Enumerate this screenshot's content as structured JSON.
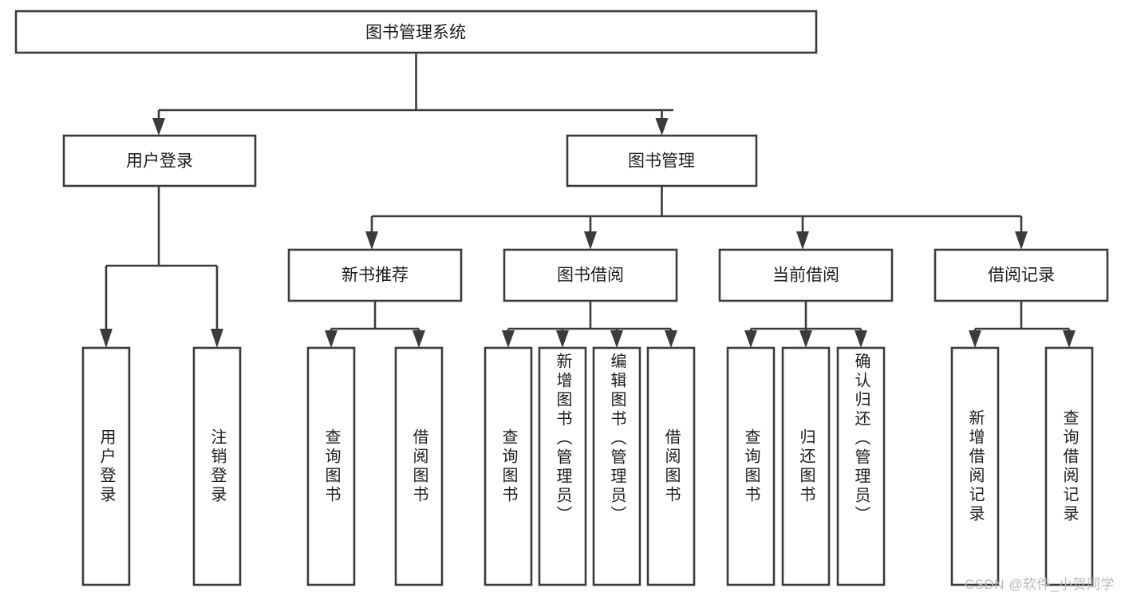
{
  "diagram": {
    "type": "hierarchy-tree",
    "title_node": "图书管理系统",
    "watermark": "CSDN @软件_小贺同学",
    "colors": {
      "box_stroke": "#3b3b3b",
      "box_fill": "#ffffff",
      "text": "#1c1c1c",
      "background": "#ffffff",
      "watermark": "#b9b9b9"
    },
    "level1": {
      "label": "图书管理系统"
    },
    "level2": [
      {
        "label": "用户登录"
      },
      {
        "label": "图书管理"
      }
    ],
    "level3": [
      {
        "label": "新书推荐"
      },
      {
        "label": "图书借阅"
      },
      {
        "label": "当前借阅"
      },
      {
        "label": "借阅记录"
      }
    ],
    "leaves": {
      "user_login": [
        {
          "label": "用户登录"
        },
        {
          "label": "注销登录"
        }
      ],
      "new_book_recommend": [
        {
          "label": "查询图书"
        },
        {
          "label": "借阅图书"
        }
      ],
      "book_borrow": [
        {
          "label": "查询图书"
        },
        {
          "label": "新增图书（管理员）"
        },
        {
          "label": "编辑图书（管理员）"
        },
        {
          "label": "借阅图书"
        }
      ],
      "current_borrow": [
        {
          "label": "查询图书"
        },
        {
          "label": "归还图书"
        },
        {
          "label": "确认归还（管理员）"
        }
      ],
      "borrow_record": [
        {
          "label": "新增借阅记录"
        },
        {
          "label": "查询借阅记录"
        }
      ]
    }
  }
}
